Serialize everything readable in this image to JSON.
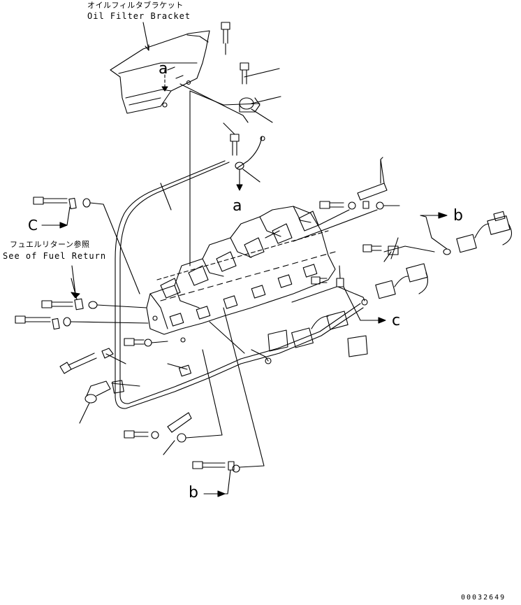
{
  "labels": {
    "oil_filter_bracket_jp": "オイルフィルタブラケット",
    "oil_filter_bracket_en": "Oil Filter Bracket",
    "fuel_return_jp": "フュエルリターン参照",
    "fuel_return_en": "See of Fuel Return",
    "ref_a_top": "a",
    "ref_a_pipe": "a",
    "ref_c_left": "C",
    "ref_c_right": "c",
    "ref_b_right": "b",
    "ref_b_bottom": "b",
    "drawing_number": "00032649"
  },
  "colors": {
    "ink": "#000000",
    "paper": "#ffffff"
  }
}
